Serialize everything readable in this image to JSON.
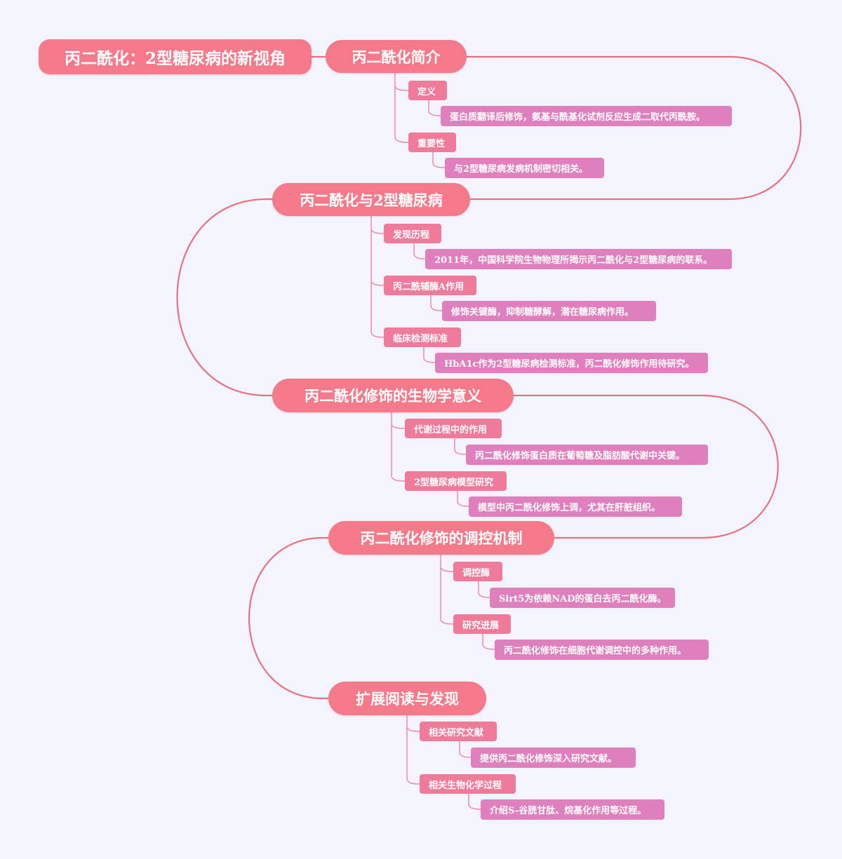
{
  "colors": {
    "background": "#f3f4fd",
    "topic": "#f47a8a",
    "branch": "#f07a99",
    "leaf": "#e07fbd",
    "connector": "#e8717f"
  },
  "root": {
    "label": "丙二酰化：2型糖尿病的新视角"
  },
  "topics": [
    {
      "label": "丙二酰化简介",
      "children": [
        {
          "label": "定义",
          "detail": "蛋白质翻译后修饰，氨基与酰基化试剂反应生成二取代丙酰胺。"
        },
        {
          "label": "重要性",
          "detail": "与2型糖尿病发病机制密切相关。"
        }
      ]
    },
    {
      "label": "丙二酰化与2型糖尿病",
      "children": [
        {
          "label": "发现历程",
          "detail": "2011年，中国科学院生物物理所揭示丙二酰化与2型糖尿病的联系。"
        },
        {
          "label": "丙二酰辅酶A作用",
          "detail": "修饰关键酶，抑制糖酵解，潜在糖尿病作用。"
        },
        {
          "label": "临床检测标准",
          "detail": "HbA1c作为2型糖尿病检测标准，丙二酰化修饰作用待研究。"
        }
      ]
    },
    {
      "label": "丙二酰化修饰的生物学意义",
      "children": [
        {
          "label": "代谢过程中的作用",
          "detail": "丙二酰化修饰蛋白质在葡萄糖及脂肪酸代谢中关键。"
        },
        {
          "label": "2型糖尿病模型研究",
          "detail": "模型中丙二酰化修饰上调，尤其在肝脏组织。"
        }
      ]
    },
    {
      "label": "丙二酰化修饰的调控机制",
      "children": [
        {
          "label": "调控酶",
          "detail": "Sirt5为依赖NAD的蛋白去丙二酰化酶。"
        },
        {
          "label": "研究进展",
          "detail": "丙二酰化修饰在细胞代谢调控中的多种作用。"
        }
      ]
    },
    {
      "label": "扩展阅读与发现",
      "children": [
        {
          "label": "相关研究文献",
          "detail": "提供丙二酰化修饰深入研究文献。"
        },
        {
          "label": "相关生物化学过程",
          "detail": "介绍S-谷胱甘肽、烷基化作用等过程。"
        }
      ]
    }
  ]
}
